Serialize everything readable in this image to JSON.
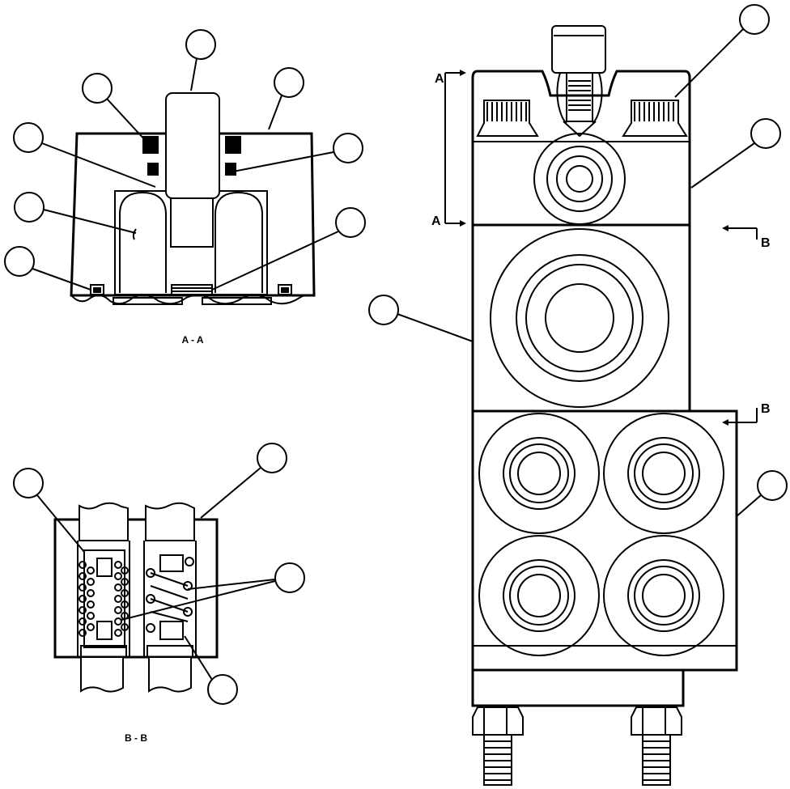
{
  "section_labels": {
    "view_aa": "A - A",
    "view_bb": "B - B",
    "cut_a_top": "A",
    "cut_a_bottom": "A",
    "cut_b_top": "B",
    "cut_b_bottom": "B"
  },
  "callouts": {
    "count": 16,
    "content": ""
  }
}
